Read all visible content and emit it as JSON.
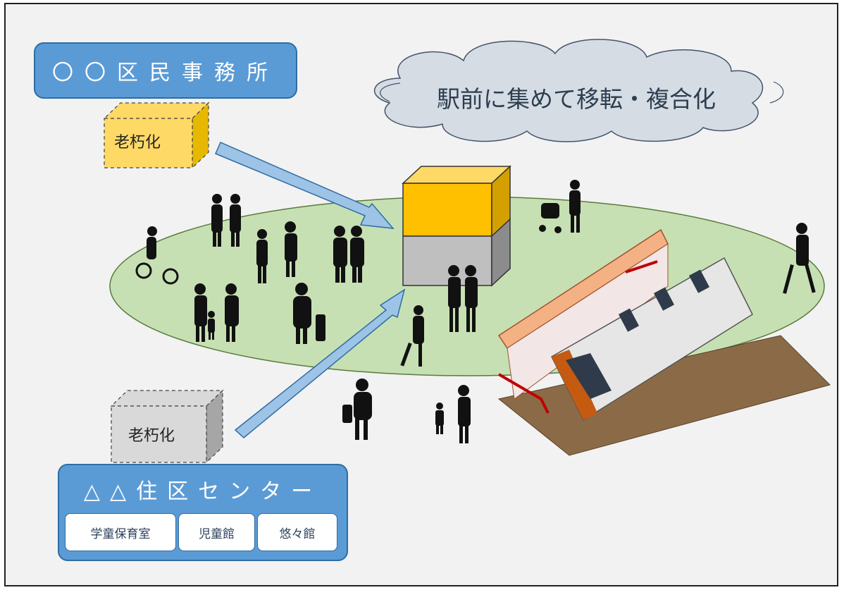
{
  "office": {
    "title": "〇〇区民事務所",
    "aging_label": "老朽化"
  },
  "cloud": {
    "text": "駅前に集めて移転・複合化"
  },
  "center": {
    "title": "△△住区センター",
    "aging_label": "老朽化",
    "facilities": [
      "学童保育室",
      "児童館",
      "悠々館"
    ]
  },
  "colors": {
    "blue_box": "#5b9bd5",
    "yellow_cube": "#ffc000",
    "gray_cube": "#bfbfbf",
    "plaza": "#c6e0b4",
    "cloud": "#d6dce4",
    "arrow": "#9dc3e6"
  }
}
